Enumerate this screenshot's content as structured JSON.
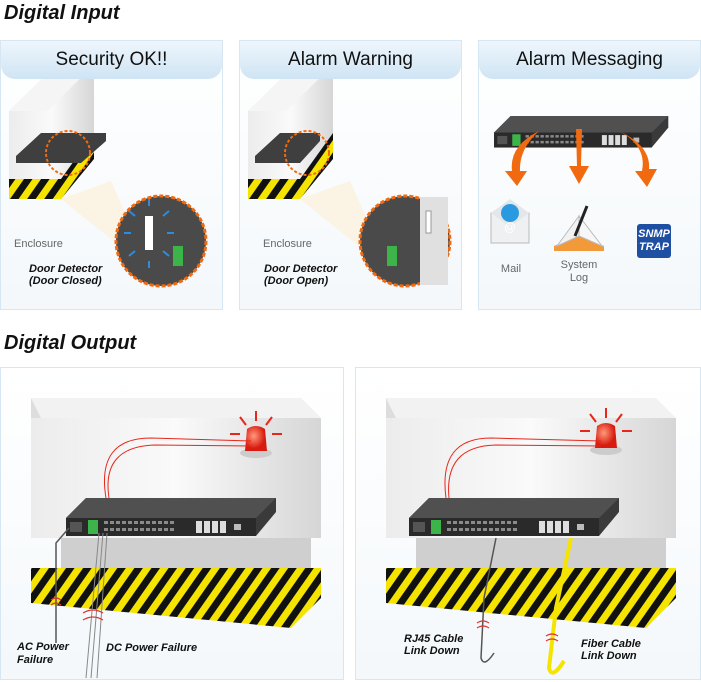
{
  "sections": {
    "input_title": "Digital Input",
    "output_title": "Digital Output"
  },
  "input_panels": [
    {
      "title": "Security OK!!",
      "enclosure_label": "Enclosure",
      "detector_line1": "Door Detector",
      "detector_line2": "(Door Closed)"
    },
    {
      "title": "Alarm Warning",
      "enclosure_label": "Enclosure",
      "detector_line1": "Door Detector",
      "detector_line2": "(Door Open)"
    },
    {
      "title": "Alarm Messaging",
      "mail_label": "Mail",
      "syslog_line1": "System",
      "syslog_line2": "Log",
      "snmp_line1": "SNMP",
      "snmp_line2": "TRAP",
      "mail_glyph": "@"
    }
  ],
  "output_panels": [
    {
      "ac_line1": "AC Power",
      "ac_line2": "Failure",
      "dc_label": "DC Power Failure"
    },
    {
      "rj45_line1": "RJ45 Cable",
      "rj45_line2": "Link Down",
      "fiber_line1": "Fiber Cable",
      "fiber_line2": "Link Down"
    }
  ],
  "colors": {
    "alarm_red": "#e8261b",
    "arrow_orange": "#f26a10",
    "hazard_yellow": "#f5e400",
    "snmp_blue": "#1e4fa3",
    "terminal_green": "#3cb44a"
  }
}
